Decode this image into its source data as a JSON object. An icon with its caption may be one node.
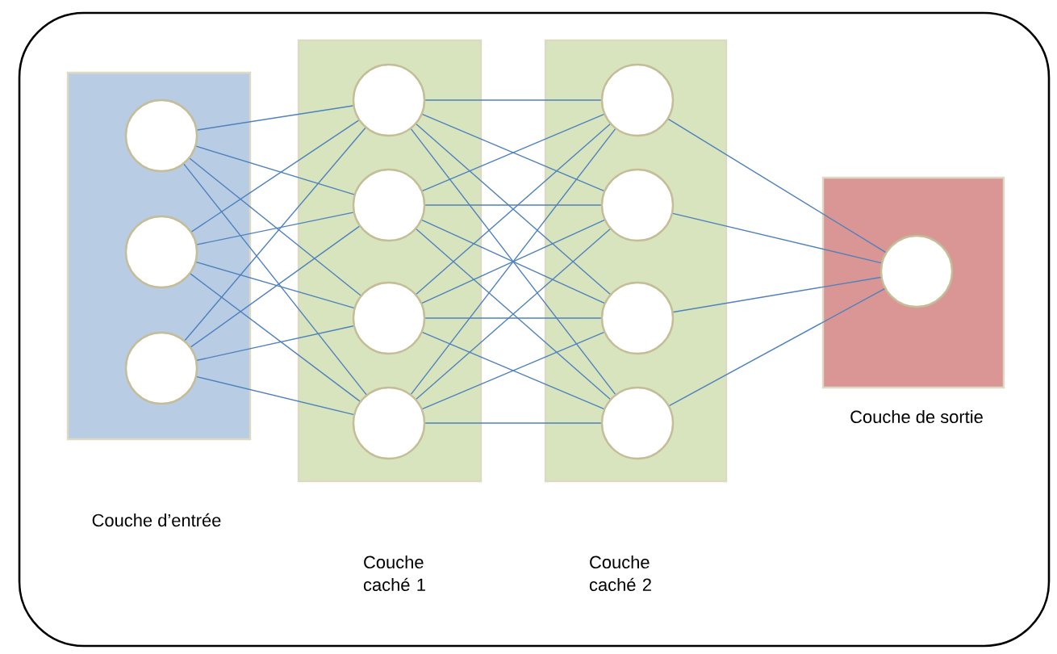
{
  "diagram": {
    "nodes": [
      {
        "text": [
          "Couche d’entrée"
        ]
      },
      {
        "text": [],
        "shape": "circle",
        "in": 0
      },
      {
        "text": [],
        "shape": "circle",
        "in": 0
      },
      {
        "text": [],
        "shape": "circle",
        "in": 0
      },
      {
        "text": [
          "Couche caché 1"
        ]
      },
      {
        "text": [],
        "shape": "circle",
        "in": 4
      },
      {
        "text": [],
        "shape": "circle",
        "in": 4
      },
      {
        "text": [],
        "shape": "circle",
        "in": 4
      },
      {
        "text": [],
        "shape": "circle",
        "in": 4
      },
      {
        "text": [
          "Couche caché 2"
        ]
      },
      {
        "text": [],
        "shape": "circle",
        "in": 9
      },
      {
        "text": [],
        "shape": "circle",
        "in": 9
      },
      {
        "text": [],
        "shape": "circle",
        "in": 9
      },
      {
        "text": [],
        "shape": "circle",
        "in": 9
      },
      {
        "text": [
          "Couche de sortie"
        ]
      },
      {
        "text": [],
        "shape": "circle",
        "in": 14
      }
    ],
    "edges": [
      {
        "from": 1,
        "to": 5,
        "arrow": "none"
      },
      {
        "from": 1,
        "to": 6,
        "arrow": "none"
      },
      {
        "from": 1,
        "to": 7,
        "arrow": "none"
      },
      {
        "from": 1,
        "to": 8,
        "arrow": "none"
      },
      {
        "from": 2,
        "to": 5,
        "arrow": "none"
      },
      {
        "from": 2,
        "to": 6,
        "arrow": "none"
      },
      {
        "from": 2,
        "to": 7,
        "arrow": "none"
      },
      {
        "from": 2,
        "to": 8,
        "arrow": "none"
      },
      {
        "from": 3,
        "to": 5,
        "arrow": "none"
      },
      {
        "from": 3,
        "to": 6,
        "arrow": "none"
      },
      {
        "from": 3,
        "to": 7,
        "arrow": "none"
      },
      {
        "from": 3,
        "to": 8,
        "arrow": "none"
      },
      {
        "from": 5,
        "to": 10,
        "arrow": "none"
      },
      {
        "from": 5,
        "to": 11,
        "arrow": "none"
      },
      {
        "from": 5,
        "to": 12,
        "arrow": "none"
      },
      {
        "from": 5,
        "to": 13,
        "arrow": "none"
      },
      {
        "from": 6,
        "to": 10,
        "arrow": "none"
      },
      {
        "from": 6,
        "to": 11,
        "arrow": "none"
      },
      {
        "from": 6,
        "to": 12,
        "arrow": "none"
      },
      {
        "from": 6,
        "to": 13,
        "arrow": "none"
      },
      {
        "from": 7,
        "to": 10,
        "arrow": "none"
      },
      {
        "from": 7,
        "to": 11,
        "arrow": "none"
      },
      {
        "from": 7,
        "to": 12,
        "arrow": "none"
      },
      {
        "from": 7,
        "to": 13,
        "arrow": "none"
      },
      {
        "from": 8,
        "to": 10,
        "arrow": "none"
      },
      {
        "from": 8,
        "to": 11,
        "arrow": "none"
      },
      {
        "from": 8,
        "to": 12,
        "arrow": "none"
      },
      {
        "from": 8,
        "to": 13,
        "arrow": "none"
      },
      {
        "from": 10,
        "to": 15,
        "arrow": "none"
      },
      {
        "from": 11,
        "to": 15,
        "arrow": "none"
      },
      {
        "from": 12,
        "to": 15,
        "arrow": "none"
      },
      {
        "from": 13,
        "to": 15,
        "arrow": "none"
      }
    ]
  }
}
